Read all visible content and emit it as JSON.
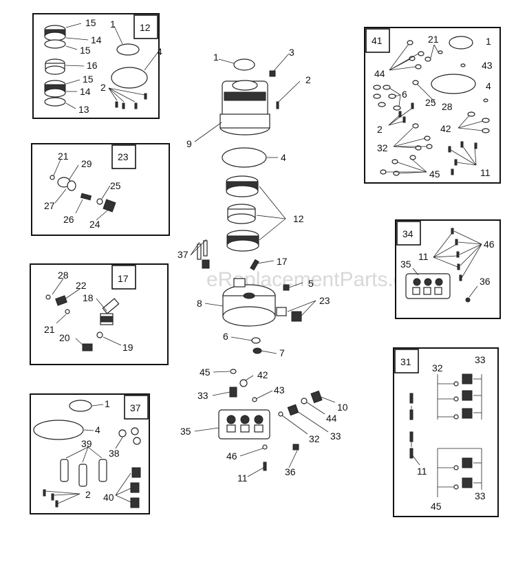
{
  "watermark": "eReplacementParts.com",
  "kits": {
    "k12": {
      "tag": "12",
      "labels": [
        "15",
        "14",
        "15",
        "16",
        "15",
        "14",
        "13",
        "1",
        "4",
        "2"
      ]
    },
    "k23": {
      "tag": "23",
      "labels": [
        "21",
        "29",
        "25",
        "27",
        "26",
        "24"
      ]
    },
    "k17": {
      "tag": "17",
      "labels": [
        "28",
        "22",
        "18",
        "21",
        "20",
        "19"
      ]
    },
    "k37": {
      "tag": "37",
      "labels": [
        "1",
        "4",
        "39",
        "38",
        "2",
        "40"
      ]
    },
    "k41": {
      "tag": "41",
      "labels": [
        "21",
        "1",
        "44",
        "43",
        "6",
        "25",
        "4",
        "28",
        "2",
        "42",
        "32",
        "11",
        "45"
      ]
    },
    "k34": {
      "tag": "34",
      "labels": [
        "11",
        "46",
        "35",
        "36"
      ]
    },
    "k31": {
      "tag": "31",
      "labels": [
        "32",
        "33",
        "11",
        "45",
        "33"
      ]
    }
  },
  "main": {
    "labels": [
      "1",
      "3",
      "2",
      "9",
      "4",
      "12",
      "37",
      "17",
      "5",
      "8",
      "23",
      "6",
      "7",
      "45",
      "42",
      "33",
      "43",
      "10",
      "44",
      "35",
      "32",
      "33",
      "46",
      "36",
      "11"
    ]
  }
}
